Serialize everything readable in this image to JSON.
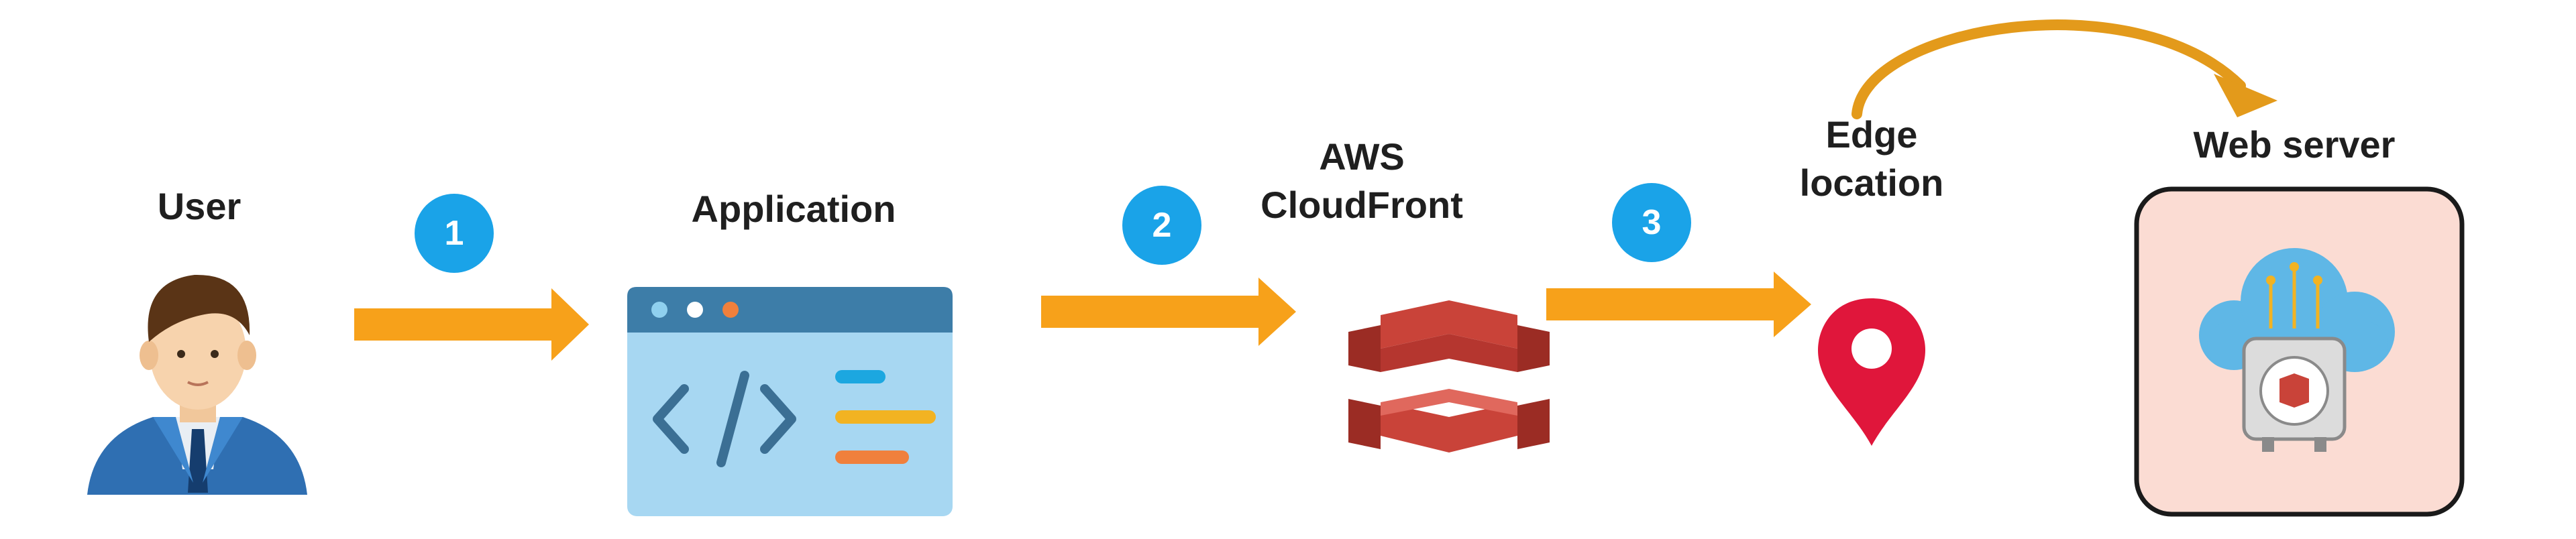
{
  "nodes": {
    "user": {
      "label": "User"
    },
    "application": {
      "label": "Application"
    },
    "cloudfront": {
      "label_line1": "AWS",
      "label_line2": "CloudFront"
    },
    "edge": {
      "label_line1": "Edge",
      "label_line2": "location"
    },
    "webserver": {
      "label": "Web server"
    }
  },
  "steps": [
    "1",
    "2",
    "3"
  ],
  "colors": {
    "arrow": "#f7a11a",
    "step_badge": "#1aa3e8",
    "app_window": "#a7d7f2",
    "app_titlebar": "#3d7da8",
    "cloudfront": "#b5362f",
    "edge_pin": "#e0163b",
    "server_bg": "#fbdcd3",
    "cloud": "#5fb7e6"
  },
  "icons": {
    "user": "person-avatar-icon",
    "application": "code-window-icon",
    "cloudfront": "aws-cloudfront-icon",
    "edge": "location-pin-icon",
    "webserver": "cloud-server-icon"
  }
}
